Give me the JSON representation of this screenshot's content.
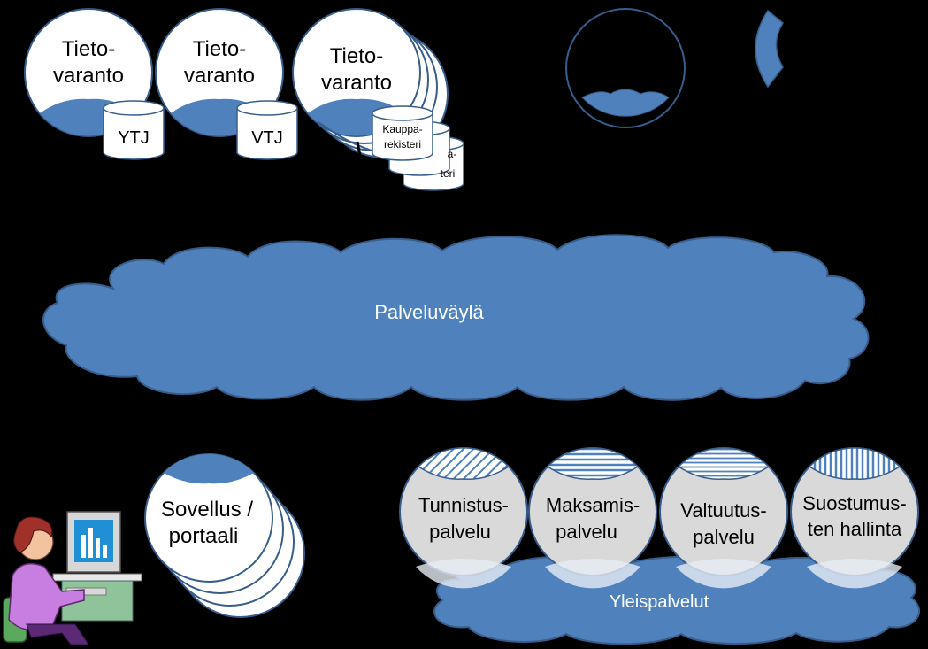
{
  "repositories": [
    {
      "title_line1": "Tieto-",
      "title_line2": "varanto",
      "database": "YTJ"
    },
    {
      "title_line1": "Tieto-",
      "title_line2": "varanto",
      "database": "VTJ"
    },
    {
      "title_line1": "Tieto-",
      "title_line2": "varanto",
      "database_line1": "Kauppa-",
      "database_line2": "rekisteri",
      "back_fragment1": "a-",
      "back_fragment2": "teri"
    }
  ],
  "service_bus": {
    "label": "Palveluväylä"
  },
  "application": {
    "line1": "Sovellus /",
    "line2": "portaali"
  },
  "services": [
    {
      "line1": "Tunnistus-",
      "line2": "palvelu"
    },
    {
      "line1": "Maksamis-",
      "line2": "palvelu"
    },
    {
      "line1": "Valtuutus-",
      "line2": "palvelu"
    },
    {
      "line1": "Suostumus-",
      "line2": "ten hallinta"
    }
  ],
  "common_services": {
    "label": "Yleispalvelut"
  },
  "colors": {
    "blue": "#4f81bd",
    "outline": "#385d8a",
    "background": "#000000",
    "service_gray": "#d9d9d9"
  },
  "icons": {
    "user": "person-at-computer-icon",
    "database": "database-cylinder-icon"
  }
}
